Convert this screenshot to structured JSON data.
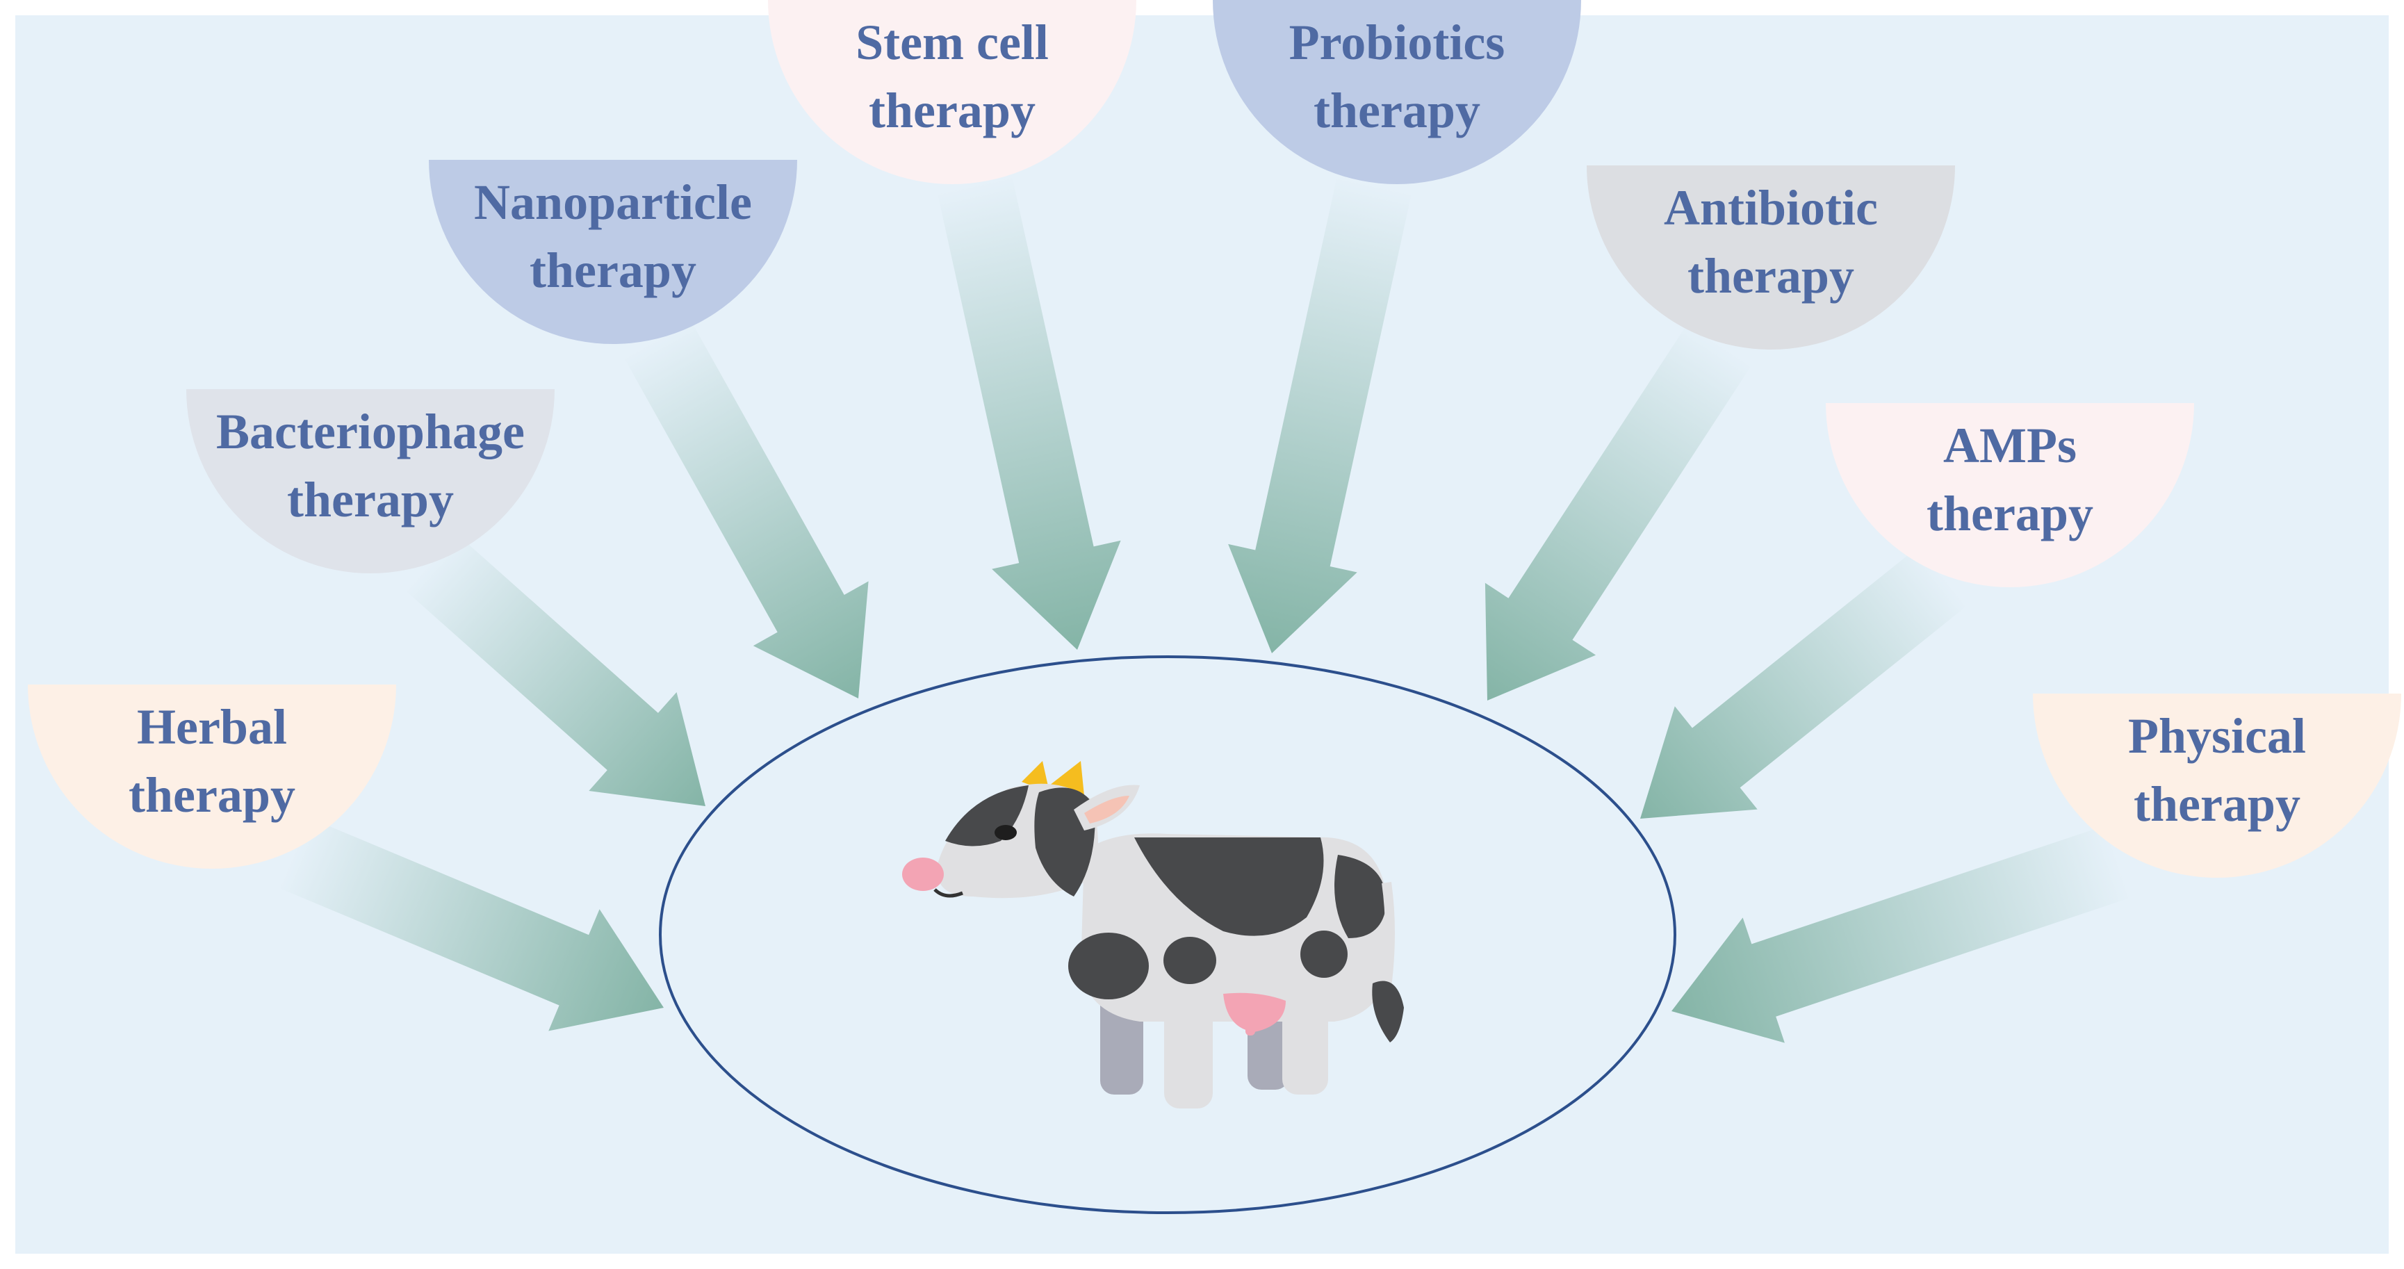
{
  "diagram": {
    "center": {
      "name": "cow",
      "icon": "cow-icon"
    },
    "therapies": [
      {
        "id": "herbal",
        "lines": [
          "Herbal",
          "therapy"
        ],
        "fill": "#fdf0e6"
      },
      {
        "id": "bacteriophage",
        "lines": [
          "Bacteriophage",
          "therapy"
        ],
        "fill": "#dfe3ea"
      },
      {
        "id": "nanoparticle",
        "lines": [
          "Nanoparticle",
          "therapy"
        ],
        "fill": "#bdcbe6"
      },
      {
        "id": "stem-cell",
        "lines": [
          "Stem cell",
          "therapy"
        ],
        "fill": "#fcf1f2"
      },
      {
        "id": "probiotics",
        "lines": [
          "Probiotics",
          "therapy"
        ],
        "fill": "#bdcbe6"
      },
      {
        "id": "antibiotic",
        "lines": [
          "Antibiotic",
          "therapy"
        ],
        "fill": "#dcdee2"
      },
      {
        "id": "amps",
        "lines": [
          "AMPs",
          "therapy"
        ],
        "fill": "#fcf1f2"
      },
      {
        "id": "physical",
        "lines": [
          "Physical",
          "therapy"
        ],
        "fill": "#fdf0e6"
      }
    ],
    "colors": {
      "background": "#e6f1f9",
      "text": "#4f6aa3",
      "ellipse_stroke": "#2c4f8c",
      "arrow": "#7fb1a2"
    }
  }
}
